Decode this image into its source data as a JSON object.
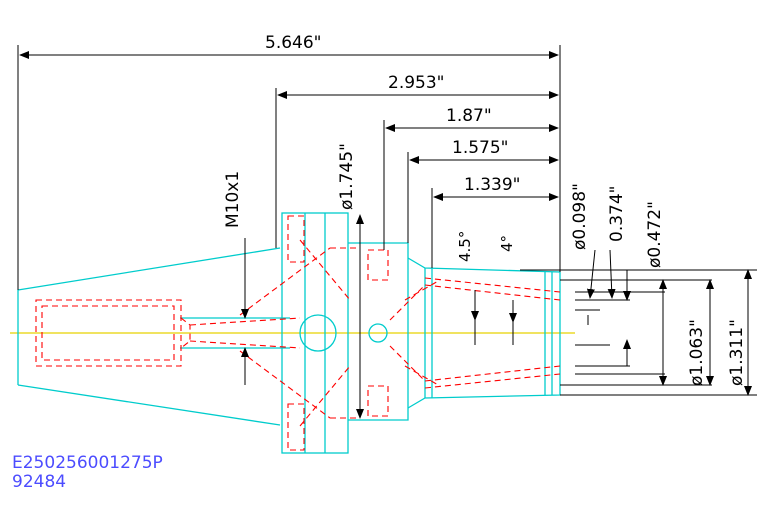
{
  "colors": {
    "outline": "#00cccc",
    "hidden": "#ff0000",
    "centerline": "#e6d200",
    "dimension": "#000000",
    "label": "#4c4cff"
  },
  "dimensions": {
    "overall_length": "5.646\"",
    "gauge_to_end": "2.953\"",
    "flange_to_end": "1.87\"",
    "nose_length": "1.575\"",
    "collet_length": "1.339\"",
    "flange_dia": "ø1.745\"",
    "thread": "M10x1",
    "taper_angle_outer": "4.5°",
    "taper_angle_inner": "4°",
    "bore_min": "ø0.098\"",
    "bore_mid": "0.374\"",
    "bore_max": "ø0.472\"",
    "nose_inner_dia": "ø1.063\"",
    "nose_outer_dia": "ø1.311\""
  },
  "part": {
    "code": "E250256001275P",
    "number": "92484"
  }
}
